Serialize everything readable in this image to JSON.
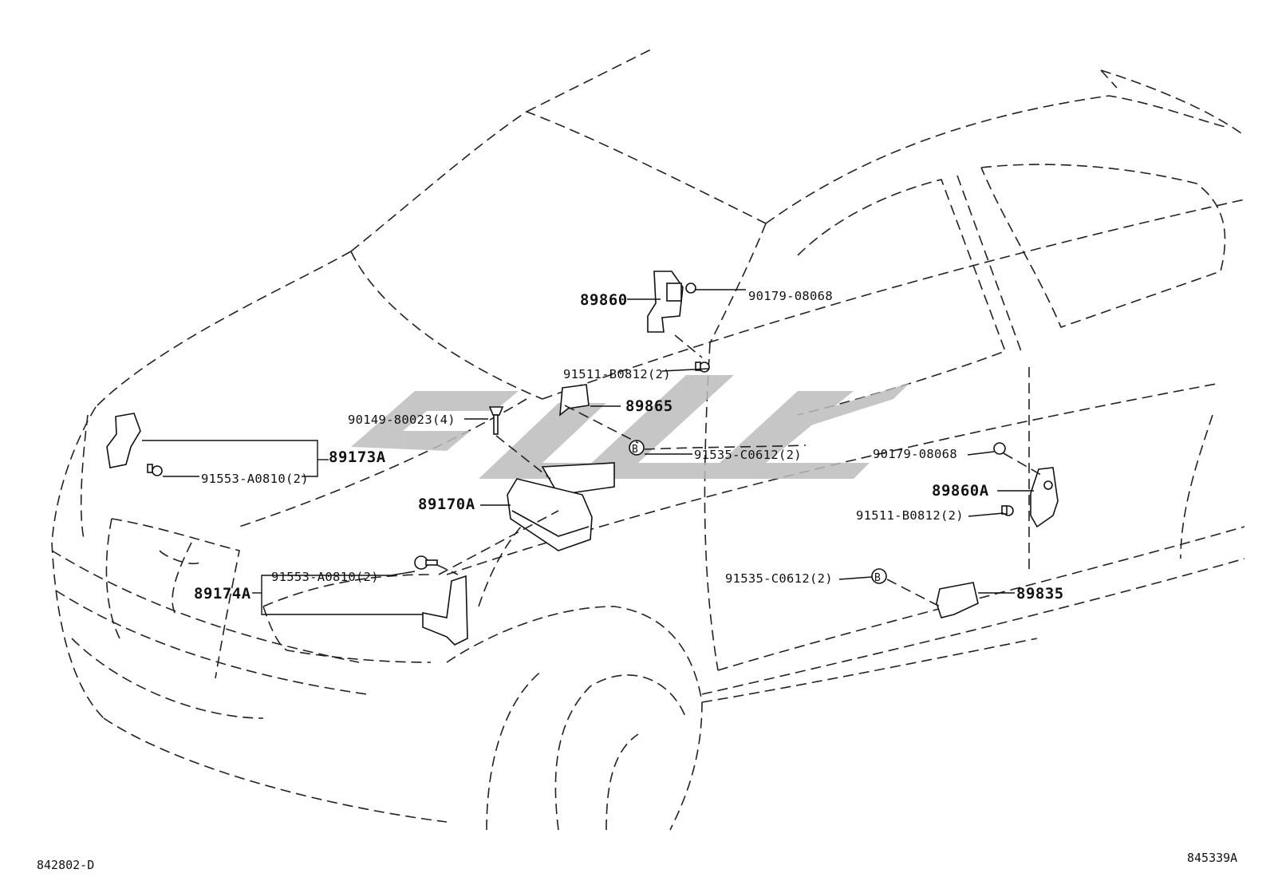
{
  "diagram": {
    "parts": [
      {
        "id": "p89860",
        "label": "89860"
      },
      {
        "id": "p90179a",
        "label": "90179-08068"
      },
      {
        "id": "p91511a",
        "label": "91511-B0812(2)"
      },
      {
        "id": "p89865",
        "label": "89865"
      },
      {
        "id": "p90149",
        "label": "90149-80023(4)"
      },
      {
        "id": "p91535a",
        "label": "91535-C0612(2)"
      },
      {
        "id": "p89173A",
        "label": "89173A"
      },
      {
        "id": "p91553a",
        "label": "91553-A0810(2)"
      },
      {
        "id": "p89170A",
        "label": "89170A"
      },
      {
        "id": "p89174A",
        "label": "89174A"
      },
      {
        "id": "p91553b",
        "label": "91553-A0810(2)"
      },
      {
        "id": "p90179b",
        "label": "90179-08068"
      },
      {
        "id": "p89860A",
        "label": "89860A"
      },
      {
        "id": "p91511b",
        "label": "91511-B0812(2)"
      },
      {
        "id": "p91535b",
        "label": "91535-C0612(2)"
      },
      {
        "id": "p89835",
        "label": "89835"
      }
    ],
    "codes": {
      "left": "842802-D",
      "right": "845339A"
    },
    "badge_letter": "B",
    "colors": {
      "line": "#222222",
      "watermark": "#bdbdbd",
      "background": "#ffffff"
    }
  }
}
